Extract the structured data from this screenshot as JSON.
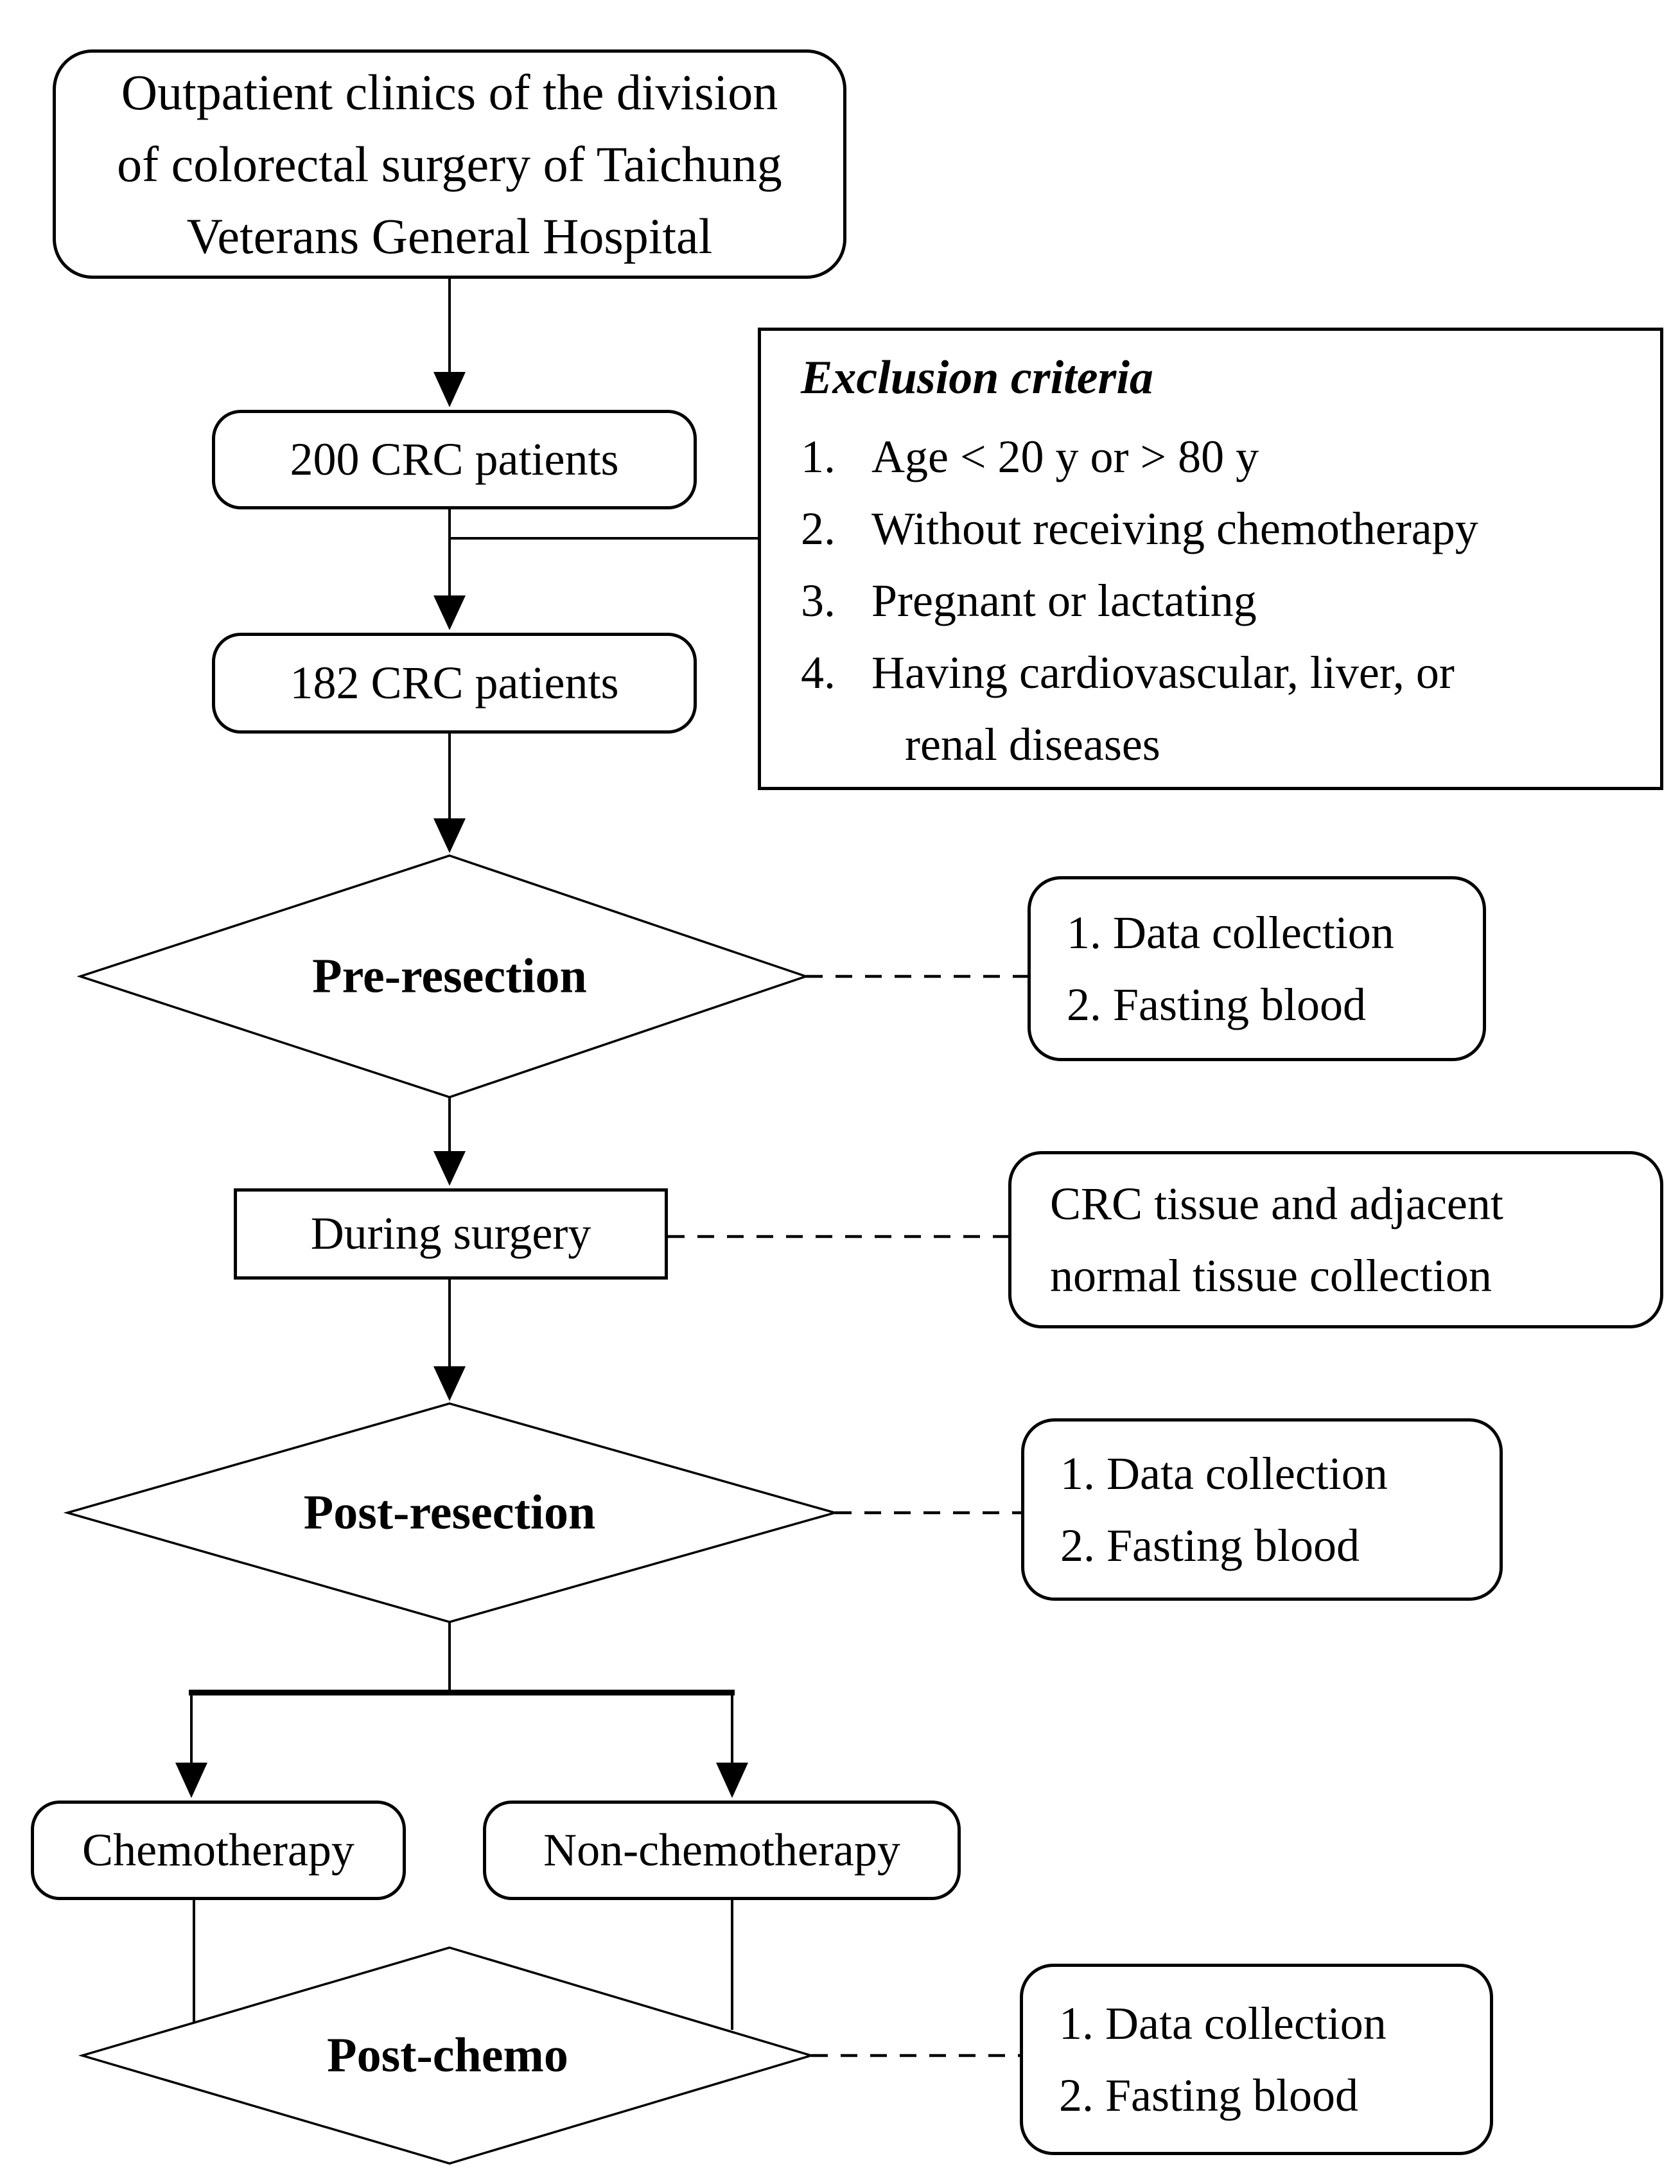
{
  "page": {
    "background": "#ffffff",
    "ink": "#000000"
  },
  "nodes": {
    "clinic": {
      "lines": [
        "Outpatient clinics of the division",
        "of colorectal surgery of Taichung",
        "Veterans General Hospital"
      ]
    },
    "patients_200": {
      "label": "200 CRC patients"
    },
    "exclusion": {
      "title": "Exclusion criteria",
      "items": [
        {
          "num": "1.",
          "text": "Age < 20 y or > 80 y"
        },
        {
          "num": "2.",
          "text": "Without receiving chemotherapy"
        },
        {
          "num": "3.",
          "text": "Pregnant or lactating"
        },
        {
          "num": "4.",
          "text": "Having cardiovascular, liver, or",
          "text2": "renal diseases"
        }
      ]
    },
    "patients_182": {
      "label": "182 CRC patients"
    },
    "pre_resection": {
      "label": "Pre-resection"
    },
    "pre_resection_actions": {
      "lines": [
        "1. Data collection",
        "2. Fasting blood"
      ]
    },
    "during_surgery": {
      "label": "During surgery"
    },
    "tissue_collection": {
      "lines": [
        "CRC tissue and adjacent",
        "normal tissue collection"
      ]
    },
    "post_resection": {
      "label": "Post-resection"
    },
    "post_resection_actions": {
      "lines": [
        "1. Data collection",
        "2. Fasting blood"
      ]
    },
    "chemotherapy": {
      "label": "Chemotherapy"
    },
    "non_chemotherapy": {
      "label": "Non-chemotherapy"
    },
    "post_chemo": {
      "label": "Post-chemo"
    },
    "post_chemo_actions": {
      "lines": [
        "1. Data collection",
        "2. Fasting blood"
      ]
    }
  }
}
